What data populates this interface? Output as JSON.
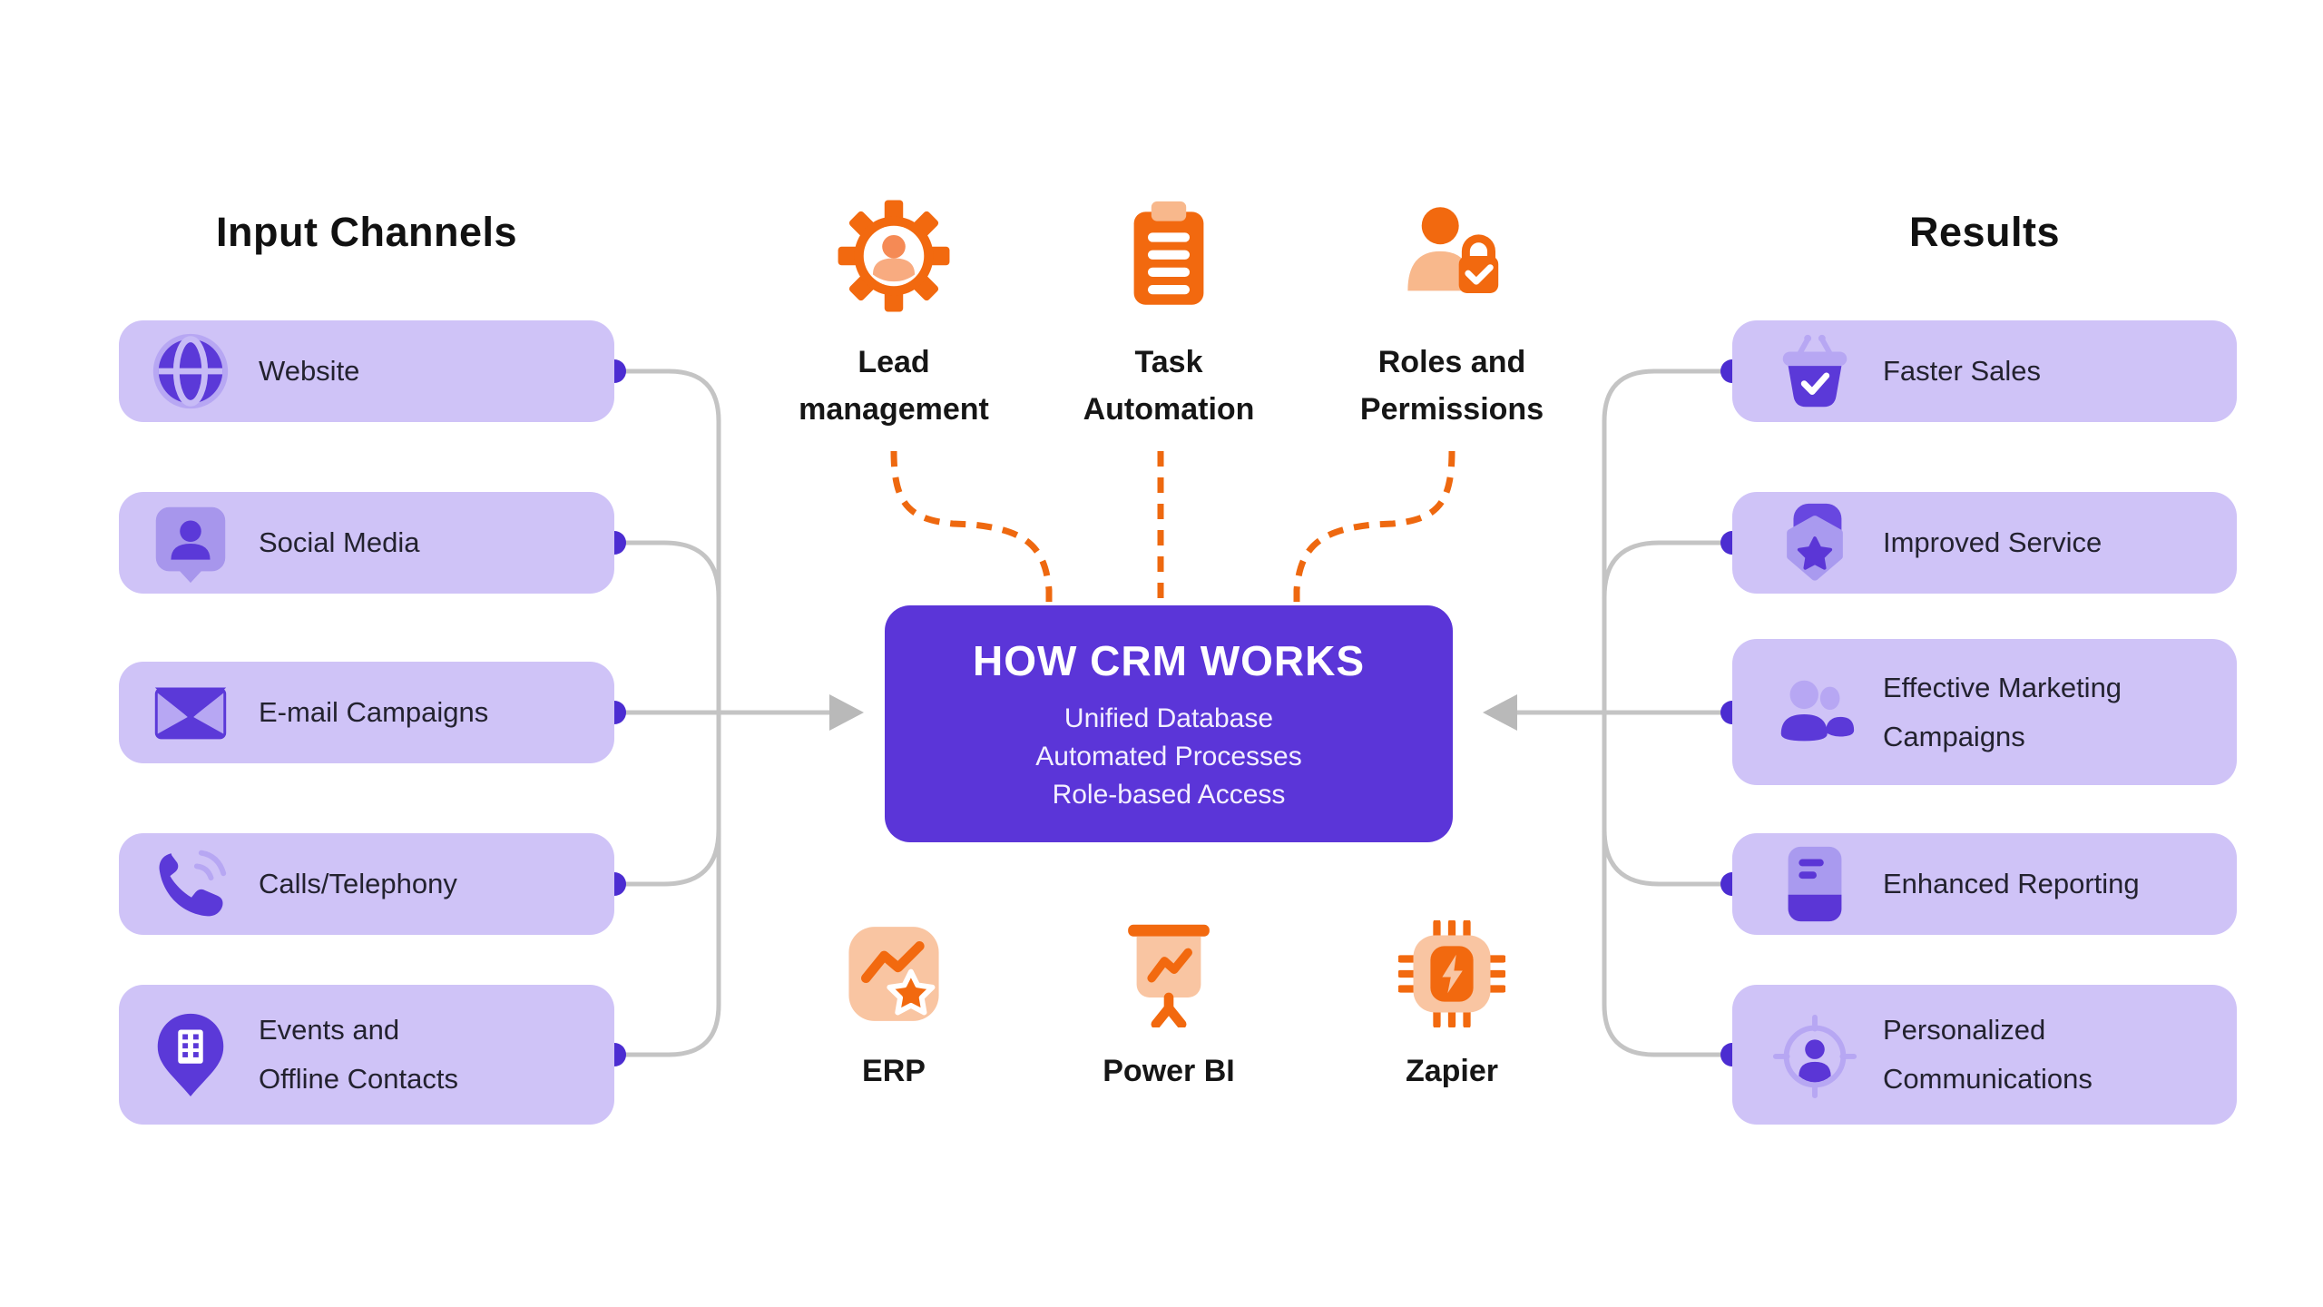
{
  "colors": {
    "pill_purple": "#cfc3f7",
    "icon_purple_dark": "#5b39d8",
    "icon_purple_mid": "#a796ec",
    "icon_purple_soft": "#b7a7f3",
    "dot_purple": "#4c2dd1",
    "center_box_purple": "#5b35d8",
    "orange": "#f2690f",
    "orange_light": "#f9c5a2",
    "connector_gray": "#c4c4c4",
    "dashed_orange": "#ee680f"
  },
  "left_column": {
    "title": "Input Channels",
    "items": [
      {
        "icon": "globe-icon",
        "label_lines": [
          "Website"
        ]
      },
      {
        "icon": "person-badge-icon",
        "label_lines": [
          "Social Media"
        ]
      },
      {
        "icon": "envelope-icon",
        "label_lines": [
          "E-mail Campaigns"
        ]
      },
      {
        "icon": "phone-icon",
        "label_lines": [
          "Calls/Telephony"
        ]
      },
      {
        "icon": "map-pin-icon",
        "label_lines": [
          "Events and",
          "Offline Contacts"
        ]
      }
    ]
  },
  "right_column": {
    "title": "Results",
    "items": [
      {
        "icon": "basket-check-icon",
        "label_lines": [
          "Faster Sales"
        ]
      },
      {
        "icon": "shield-star-icon",
        "label_lines": [
          "Improved Service"
        ]
      },
      {
        "icon": "people-group-icon",
        "label_lines": [
          "Effective Marketing",
          "Campaigns"
        ]
      },
      {
        "icon": "report-book-icon",
        "label_lines": [
          "Enhanced Reporting"
        ]
      },
      {
        "icon": "target-user-icon",
        "label_lines": [
          "Personalized",
          "Communications"
        ]
      }
    ]
  },
  "top_features": [
    {
      "icon": "gear-user-icon",
      "label_lines": [
        "Lead",
        "management"
      ]
    },
    {
      "icon": "clipboard-icon",
      "label_lines": [
        "Task",
        "Automation"
      ]
    },
    {
      "icon": "user-lock-icon",
      "label_lines": [
        "Roles and",
        "Permissions"
      ]
    }
  ],
  "center_box": {
    "title": "HOW CRM WORKS",
    "lines": [
      "Unified Database",
      "Automated Processes",
      "Role-based Access"
    ]
  },
  "bottom_integrations": [
    {
      "icon": "erp-chart-icon",
      "label": "ERP"
    },
    {
      "icon": "presentation-chart-icon",
      "label": "Power BI"
    },
    {
      "icon": "chip-icon",
      "label": "Zapier"
    }
  ]
}
